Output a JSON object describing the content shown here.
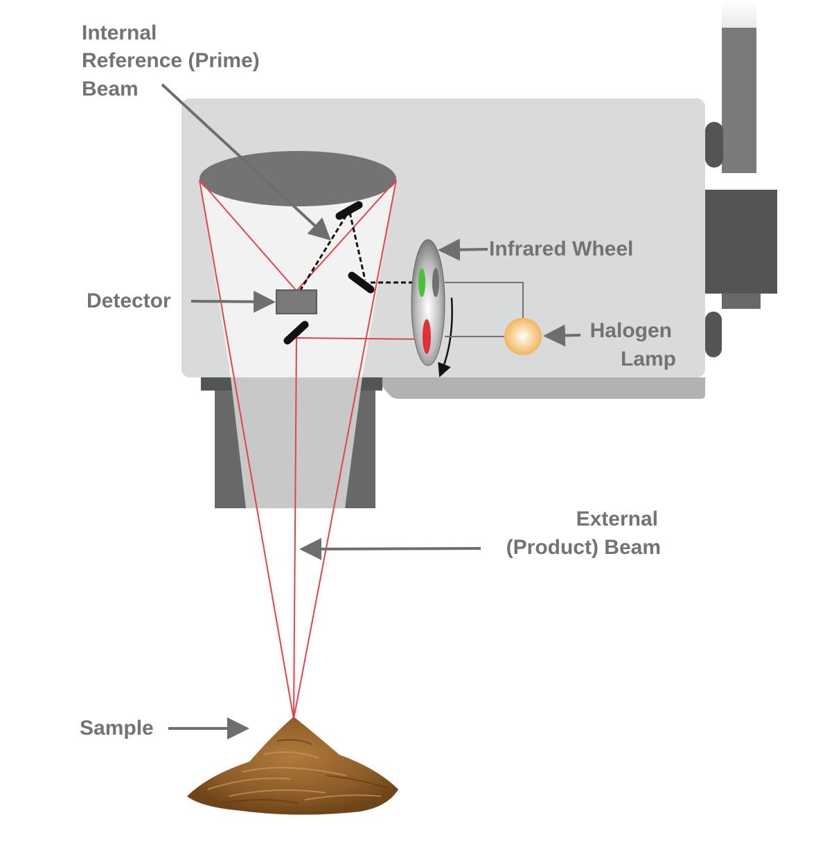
{
  "title": "NIR gauge optical path diagram",
  "labels": {
    "internal_reference": [
      "Internal",
      "Reference (Prime)",
      "Beam"
    ],
    "infrared_wheel": "Infrared Wheel",
    "detector": "Detector",
    "halogen_lamp": [
      "Halogen",
      "Lamp"
    ],
    "external_beam": [
      "External",
      "(Product) Beam"
    ],
    "sample": "Sample"
  },
  "colors": {
    "label_text": "#737373",
    "housing": "#d9dada",
    "housing_shadow": "#b2b2b2",
    "mount": "#535454",
    "pole": "#7a7a7a",
    "beam": "#e0444a",
    "mirror": "#111111",
    "filter_green": "#4bbf3a",
    "filter_red": "#e0303a",
    "lamp": "#f2b35a",
    "sample": "#8a5a28"
  }
}
